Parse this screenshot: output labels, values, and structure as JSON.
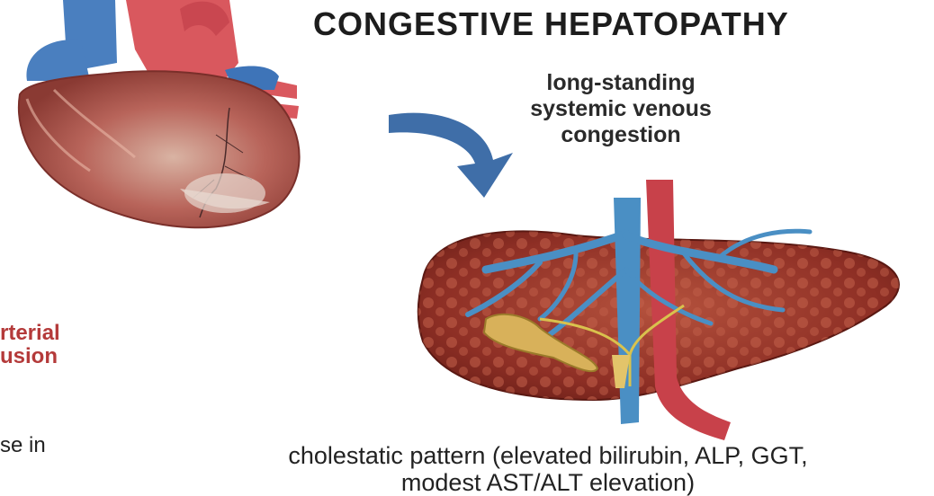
{
  "title": "CONGESTIVE HEPATOPATHY",
  "arrow_caption": [
    "long-standing",
    "systemic venous",
    "congestion"
  ],
  "left_red_text": [
    "rterial",
    "usion"
  ],
  "left_bottom_text": "se in",
  "bottom_caption": [
    "cholestatic pattern (elevated bilirubin, ALP, GGT,",
    "modest AST/ALT elevation)"
  ],
  "colors": {
    "arrow": "#3f6ea8",
    "liver": "#9e3a2a",
    "vein": "#4a8fc4",
    "artery": "#c8414a",
    "gallbladder": "#d8b15a"
  }
}
